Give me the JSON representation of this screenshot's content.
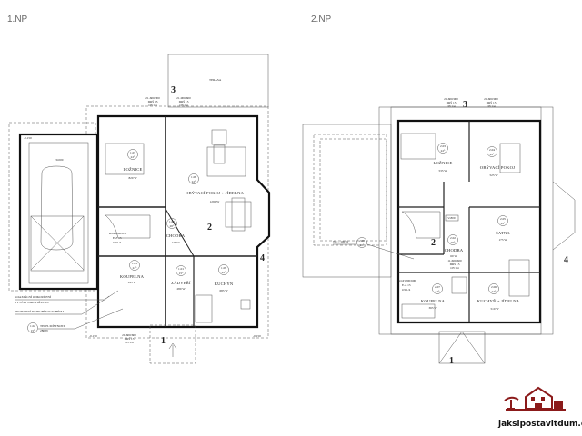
{
  "titles": {
    "floor1": "1.NP",
    "floor2": "2.NP"
  },
  "floor1": {
    "terrace": "TERASA",
    "rooms": [
      {
        "code": "1.07",
        "temp": "22°",
        "name": "LOŽNICE",
        "power": "820 W"
      },
      {
        "code": "1.08",
        "temp": "22°",
        "name": "OBÝVACÍ POKOJ  +  JÍDELNA",
        "power": "1290 W"
      },
      {
        "code": "1.06",
        "temp": "20°",
        "name": "CHODBA",
        "power": "125 W"
      },
      {
        "code": "1.03",
        "temp": "24°",
        "name": "KOUPELNA",
        "power": "145 W"
      },
      {
        "code": "1.01",
        "temp": "15°",
        "name": "ZÁDVEŘÍ",
        "power": "280 W"
      },
      {
        "code": "1.09",
        "temp": "22°",
        "name": "KUCHYŇ",
        "power": "685 W"
      },
      {
        "code": "1.02",
        "temp": "15°",
        "name": "TECH. MÍSTNOST",
        "power": "280 W"
      }
    ],
    "notes": [
      "KOAXIÁLNÍ ODKOUŘENÍ",
      "VYVÉST NAD STŘECHU",
      "PROPOJENÍ POTRUBÍ VIZ SCHÉMA"
    ],
    "stair": [
      "KLP1200/650",
      "E-Z 15",
      "OV1/4"
    ],
    "windows": {
      "top_left": [
        "21-600/900",
        "DRŠ 15",
        "OV1/4"
      ],
      "top_right": [
        "21-900/600",
        "DRŠ 15",
        "OV1/4"
      ],
      "bottom": [
        "20-600/600",
        "DRŠ 15",
        "OV1/4"
      ]
    },
    "levels": [
      "-0.150",
      "±0.000",
      "-0.150",
      "-0.150"
    ],
    "marks": [
      "1",
      "2",
      "3",
      "4"
    ]
  },
  "floor2": {
    "rooms": [
      {
        "code": "2.03",
        "temp": "22°",
        "name": "LOŽNICE",
        "power": "535 W"
      },
      {
        "code": "2.04",
        "temp": "22°",
        "name": "OBÝVACÍ POKOJ",
        "power": "525 W"
      },
      {
        "code": "2.02",
        "temp": "20°",
        "name": "CHODBA",
        "power": "60 W"
      },
      {
        "code": "2.05",
        "temp": "22°",
        "name": "ŠATNA",
        "power": "175 W"
      },
      {
        "code": "2.07",
        "temp": "24°",
        "name": "KOUPELNA",
        "power": "365 W"
      },
      {
        "code": "2.06",
        "temp": "22°",
        "name": "KUCHYŇ + JÍDELNA",
        "power": "510 W"
      },
      {
        "code": "2.08",
        "temp": "20°",
        "name": "WC - 100 W",
        "power": ""
      }
    ],
    "windows": {
      "top_left": [
        "21-600/900",
        "DRŠ 15",
        "OV1/4"
      ],
      "top_right": [
        "21-600/900",
        "DRŠ 15",
        "OV1/4"
      ],
      "mid": [
        "11-600/600",
        "DRŠ 15",
        "OV1/4"
      ]
    },
    "stair": [
      "KLP1200/600",
      "E-Z 15",
      "OV1/4"
    ],
    "level": "+2.800",
    "marks": [
      "1",
      "2",
      "3",
      "4"
    ]
  },
  "logo": {
    "text": "jaksipostavitdum.cz",
    "color": "#8b1a1a"
  }
}
